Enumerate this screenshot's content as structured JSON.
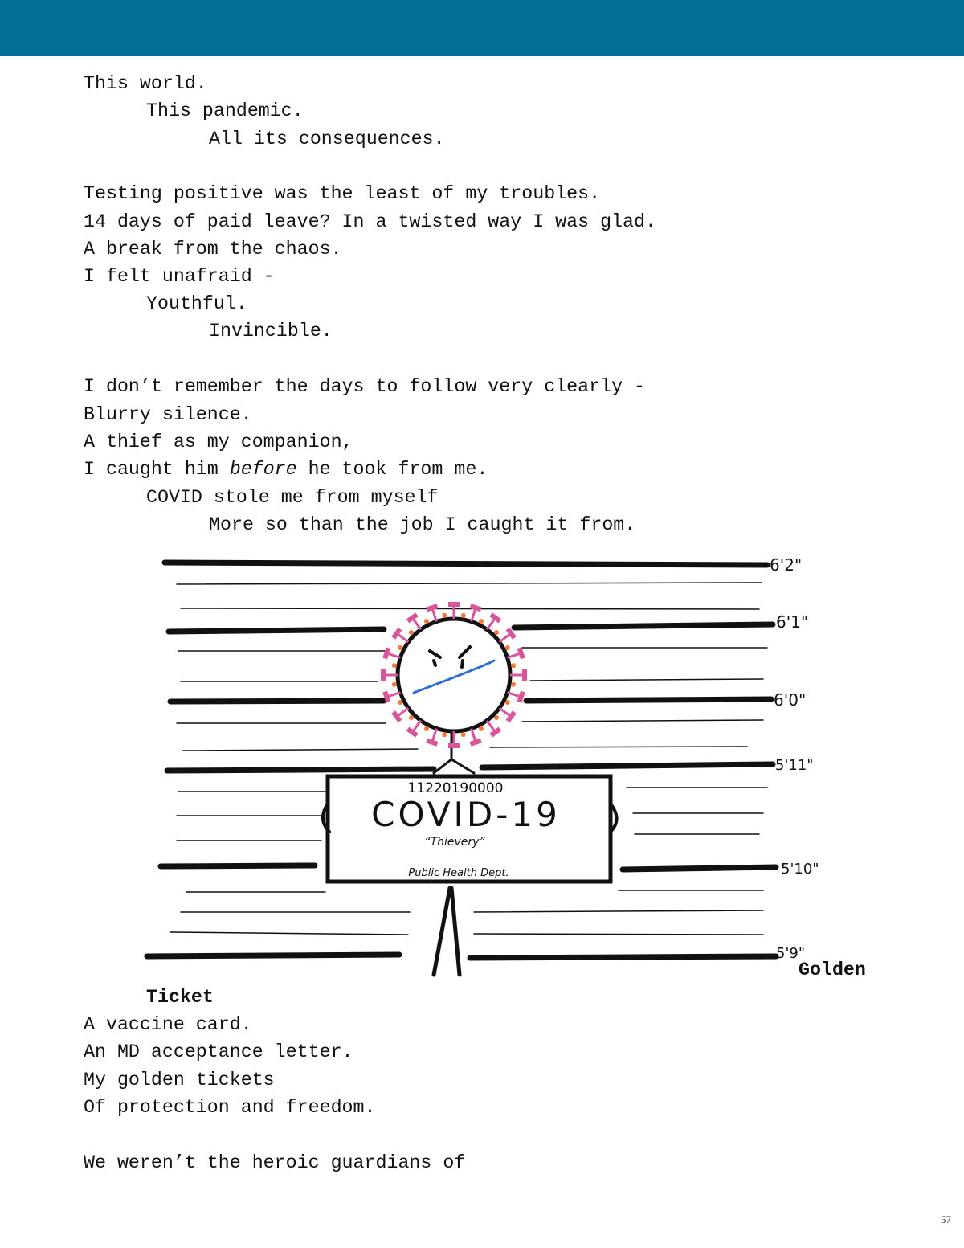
{
  "poem": {
    "stanza1": [
      "This world.",
      "This pandemic.",
      "All its consequences."
    ],
    "stanza2": [
      "Testing positive was the least of my troubles.",
      "14 days of paid leave? In a twisted way I was glad.",
      "A break from the chaos.",
      "I felt unafraid -",
      "Youthful.",
      "Invincible."
    ],
    "stanza3": {
      "l1": "I don’t remember the days to follow very clearly -",
      "l2": "Blurry silence.",
      "l3": "A thief as my companion,",
      "l4_a": "I caught him ",
      "l4_em": "before",
      "l4_b": " he took from me.",
      "l5": "COVID stole me from myself",
      "l6": "More so than the job I caught it from."
    },
    "heading": [
      "Golden",
      "Ticket"
    ],
    "stanza4": [
      "A vaccine card.",
      "An MD acceptance letter.",
      "My golden tickets",
      "Of protection and freedom."
    ],
    "stanza5": [
      "We weren’t the heroic guardians of"
    ]
  },
  "illustration": {
    "heights": [
      "6'2\"",
      "6'1\"",
      "6'0\"",
      "5'11\"",
      "5'10\"",
      "5'9\""
    ],
    "sign": {
      "number": "11220190000",
      "title": "COVID-19",
      "subtitle": "“Thievery”",
      "footer": "Public Health Dept."
    },
    "colors": {
      "spike": "#d9559b",
      "dot": "#f07a3c",
      "mouth": "#2a6fd6"
    }
  },
  "page_number": "57"
}
